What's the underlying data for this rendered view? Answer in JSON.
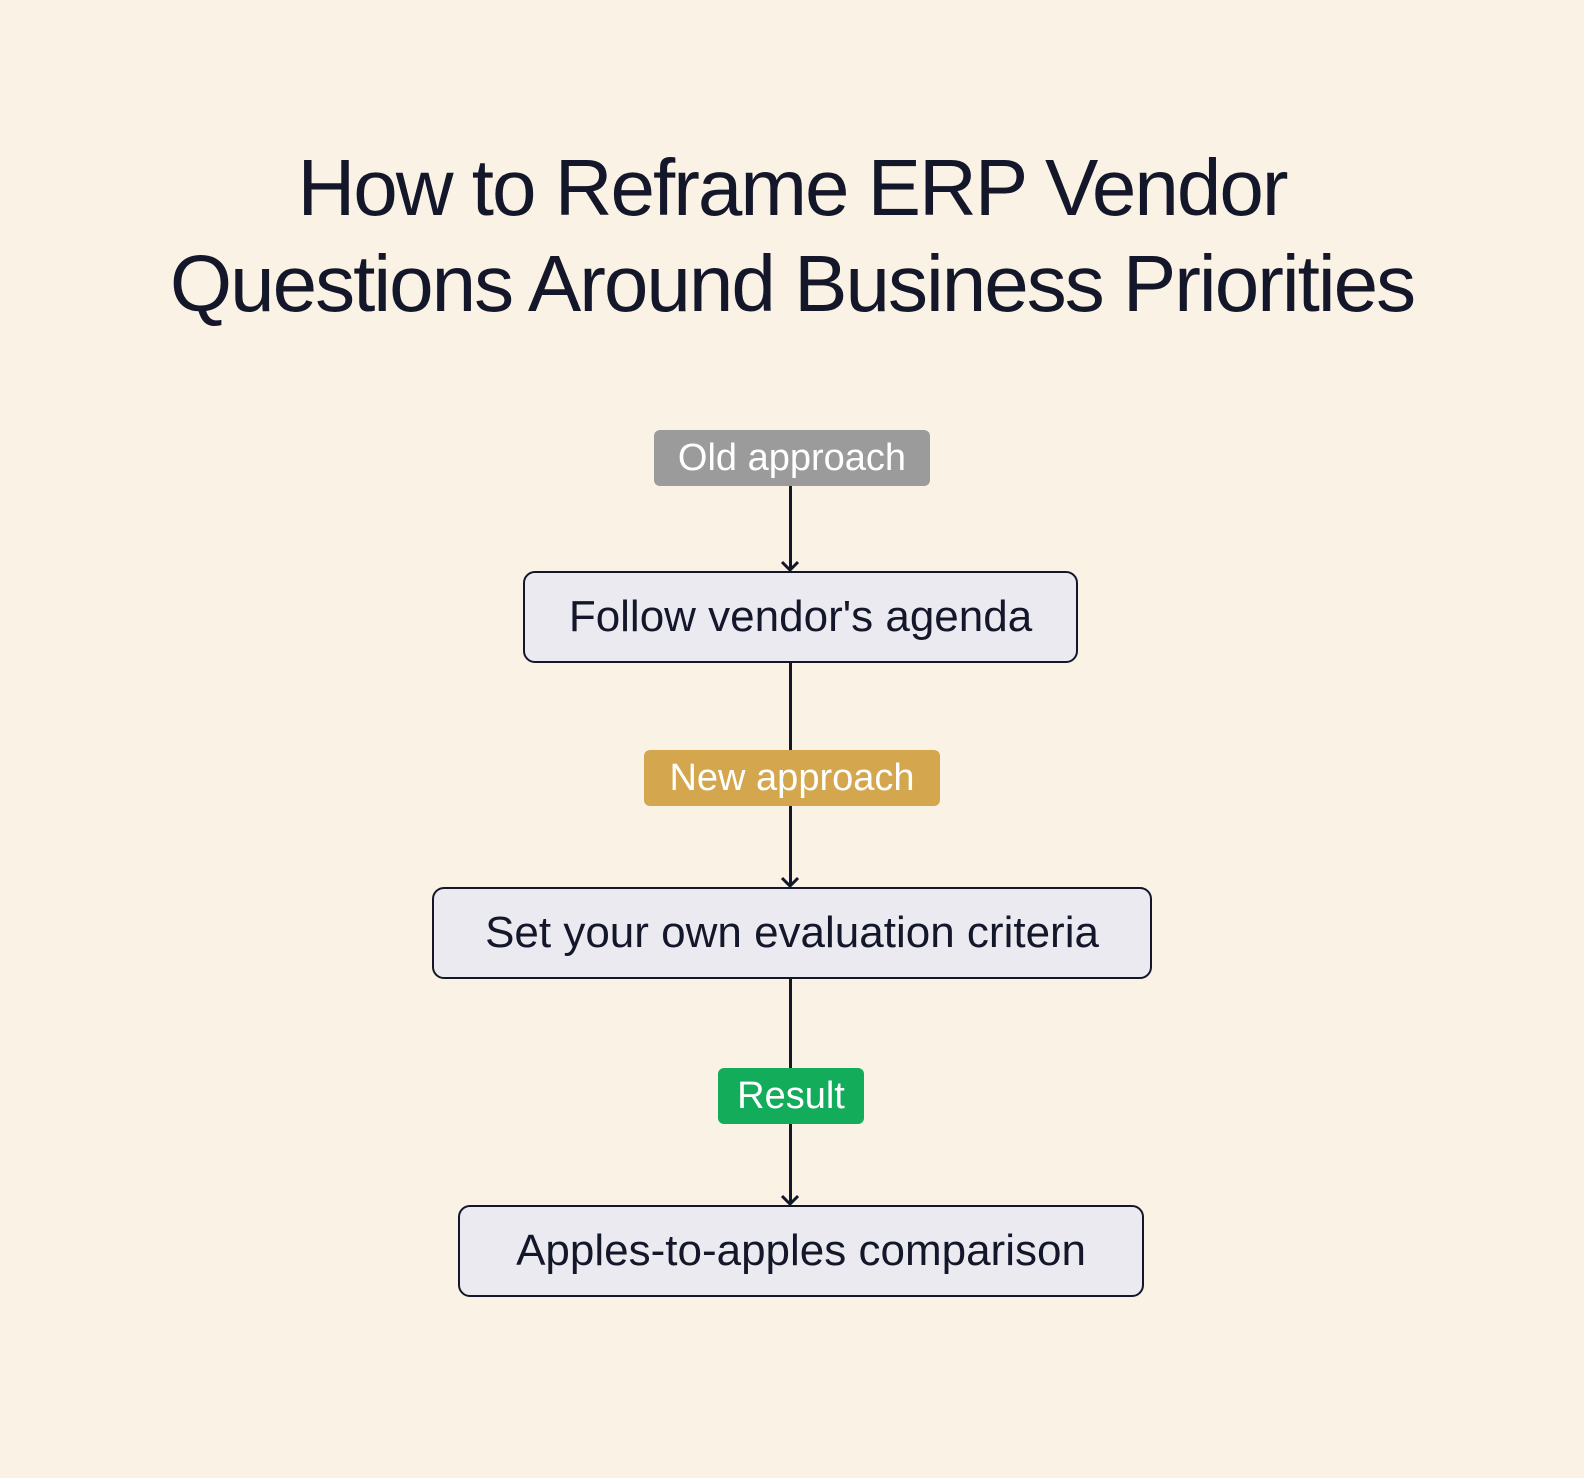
{
  "title": "How to Reframe ERP Vendor\nQuestions Around Business Priorities",
  "steps": [
    {
      "label": "Old approach",
      "text": "Follow vendor's agenda",
      "color": "#9b9b9b"
    },
    {
      "label": "New approach",
      "text": "Set your own evaluation criteria",
      "color": "#d4a64e"
    },
    {
      "label": "Result",
      "text": "Apples-to-apples comparison",
      "color": "#12ac5a"
    }
  ],
  "colors": {
    "background": "#f9f2e5",
    "text": "#14172a",
    "box_fill": "#eaeaf0"
  }
}
